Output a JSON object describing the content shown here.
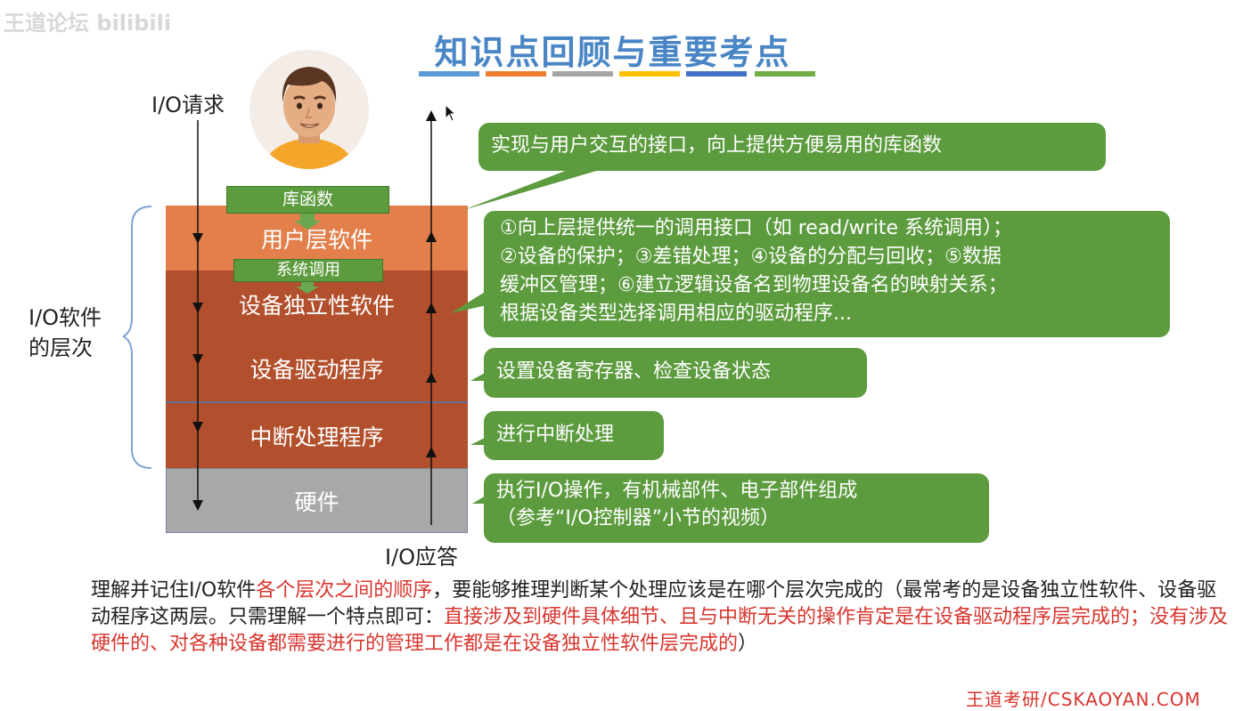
{
  "watermark": "王道论坛 bilibili",
  "title": "知识点回顾与重要考点",
  "title_bar_colors": [
    "#5b9bd5",
    "#ed7d31",
    "#a5a5a5",
    "#ffc000",
    "#4472c4",
    "#70ad47"
  ],
  "left_labels": {
    "io_request": "I/O请求",
    "io_response": "I/O应答",
    "hierarchy": "I/O软件\n的层次"
  },
  "tags": {
    "library": "库函数",
    "syscall": "系统调用"
  },
  "layers": {
    "user": "用户层软件",
    "device_independent": "设备独立性软件",
    "driver": "设备驱动程序",
    "interrupt": "中断处理程序",
    "hardware": "硬件"
  },
  "callouts": {
    "user": "实现与用户交互的接口，向上提供方便易用的库函数",
    "device_independent": "①向上层提供统一的调用接口（如 read/write 系统调用）；\n②设备的保护；③差错处理；④设备的分配与回收；⑤数据\n缓冲区管理；⑥建立逻辑设备名到物理设备名的映射关系；\n根据设备类型选择调用相应的驱动程序...",
    "driver": "设置设备寄存器、检查设备状态",
    "interrupt": "进行中断处理",
    "hardware": "执行I/O操作，有机械部件、电子部件组成\n（参考“I/O控制器”小节的视频）"
  },
  "note": {
    "p1": "理解并记住I/O软件",
    "p2": "各个层次之间的顺序",
    "p3": "，要能够推理判断某个处理应该是在哪个层次完成的（最常考的是设备独立性软件、设备驱动程序这两层。只需理解一个特点即可：",
    "p4": "直接涉及到硬件具体细节、且与中断无关的操作肯定是在设备驱动程序层完成的；没有涉及硬件的、对各种设备都需要进行的管理工作都是在设备独立性软件层完成的",
    "p5": "）"
  },
  "footer": "王道考研/CSKAOYAN.COM"
}
